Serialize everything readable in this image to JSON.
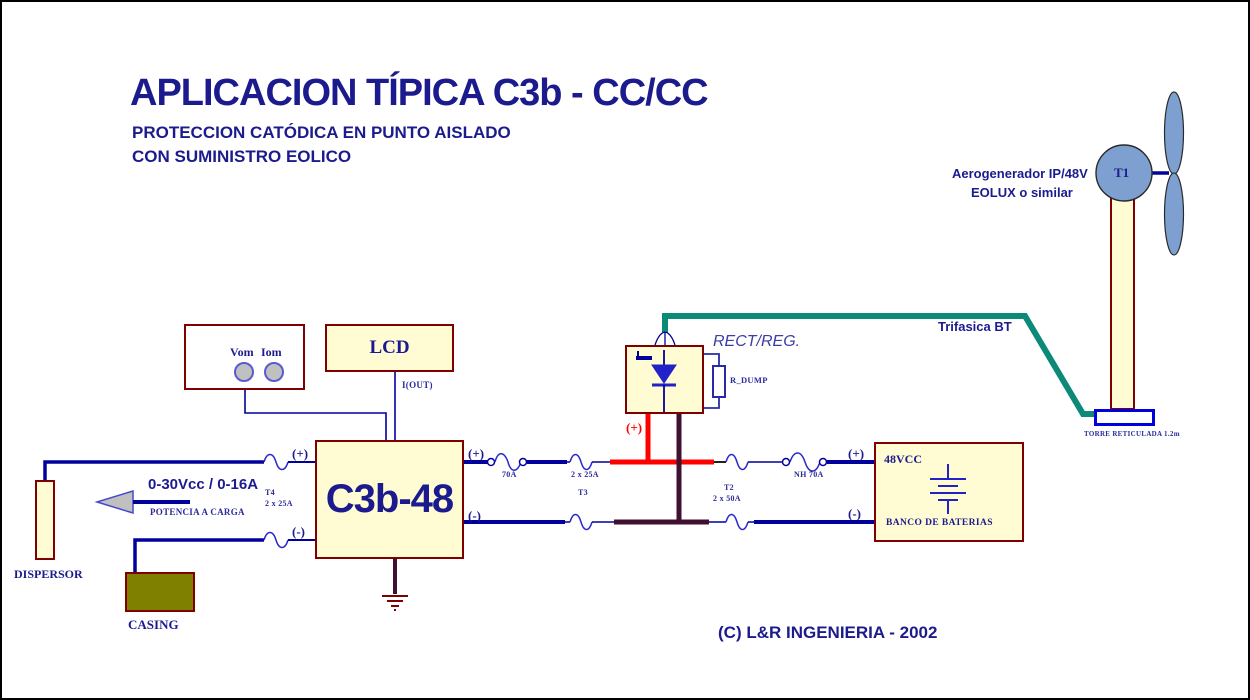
{
  "header": {
    "title": "APLICACION TÍPICA C3b - CC/CC",
    "subtitle1": "PROTECCION CATÓDICA EN PUNTO AISLADO",
    "subtitle2": "CON SUMINISTRO EOLICO"
  },
  "meter": {
    "vom": "Vom",
    "iom": "Iom"
  },
  "lcd": {
    "label": "LCD",
    "iout": "I(OUT)"
  },
  "controller": {
    "label": "C3b-48"
  },
  "rectifier": {
    "label": "RECT/REG.",
    "r_dump": "R_DUMP"
  },
  "turbine": {
    "label_line1": "Aerogenerador IP/48V",
    "label_line2": "EOLUX o similar",
    "hub": "T1",
    "tower_base": "TORRE RETICULADA 1.2m",
    "feeder": "Trifasica BT"
  },
  "battery": {
    "voltage": "48VCC",
    "label": "BANCO DE BATERIAS",
    "fuse": "NH 70A"
  },
  "load": {
    "range": "0-30Vcc / 0-16A",
    "caption": "POTENCIA A CARGA",
    "dispersor": "DISPERSOR",
    "casing": "CASING"
  },
  "fuses": {
    "t4": "T4",
    "t4_rating": "2 x 25A",
    "shunt": "70A",
    "t3": "T3",
    "t3_rating": "2 x 25A",
    "t2": "T2",
    "t2_rating": "2 x 50A"
  },
  "terminals": {
    "plus": "(+)",
    "minus": "(-)"
  },
  "footer": {
    "copyright": "(C) L&R INGENIERIA - 2002"
  },
  "colors": {
    "navy_text": "#1b1b8e",
    "wire_navy": "#00009c",
    "fuse_blue": "#2a2acc",
    "box_border_maroon": "#7f0000",
    "box_cream": "#fffbd2",
    "teal_feeder": "#0b8a78",
    "red_positive": "#ff0000",
    "plum_negative": "#401030",
    "casing_olive": "#7f7f00",
    "rotor_blue": "#7da0d0",
    "base_blue": "#0000dd",
    "knob_gray": "#c0c0c0"
  }
}
